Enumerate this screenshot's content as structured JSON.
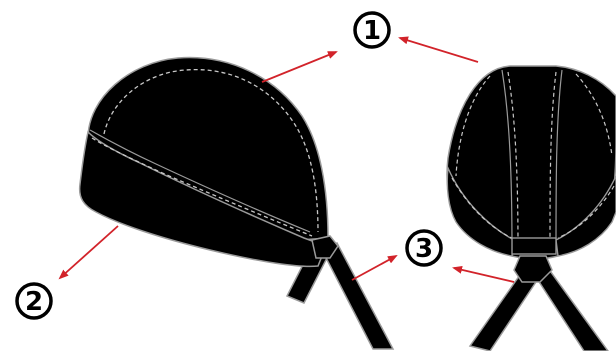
{
  "callouts": [
    {
      "id": "1",
      "label": "1"
    },
    {
      "id": "2",
      "label": "2"
    },
    {
      "id": "3",
      "label": "3"
    }
  ],
  "colors": {
    "cap_fill": "#000000",
    "cap_outline": "#9a9a9a",
    "stitch": "#c8c8c8",
    "arrow": "#d2232a",
    "callout_ring": "#000000",
    "background": "#ffffff"
  }
}
